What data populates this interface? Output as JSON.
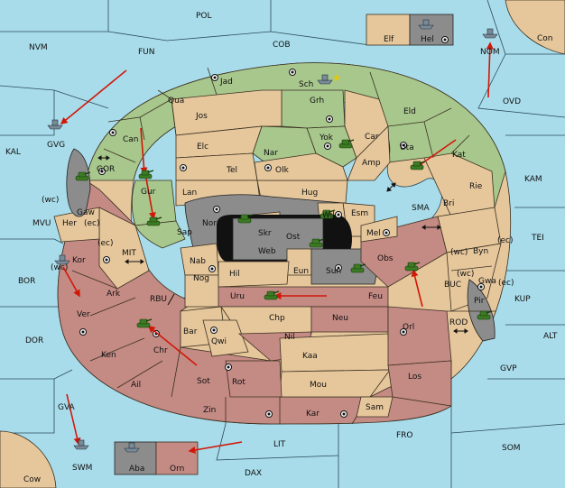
{
  "colors": {
    "sea": "#a9dcea",
    "neutral": "#e6c79c",
    "green_power": "#a8c78c",
    "red_power": "#c48a84",
    "grey_power": "#8c8c8c",
    "order_arrow": "#d01808"
  },
  "map": {
    "sea": {
      "POL": "POL",
      "NVM": "NVM",
      "FUN": "FUN",
      "COB": "COB",
      "OVD": "OVD",
      "KAL": "KAL",
      "GOR": "GOR",
      "MVU": "MVU",
      "MIT": "MIT",
      "BOR": "BOR",
      "RBU": "RBU",
      "DOR": "DOR",
      "GVA": "GVA",
      "SMA": "SMA",
      "KAM": "KAM",
      "TEI": "TEI",
      "BUC": "BUC",
      "KUP": "KUP",
      "ROD": "ROD",
      "ALT": "ALT",
      "GVP": "GVP",
      "FRO": "FRO",
      "SOM": "SOM",
      "LIT": "LIT",
      "DAX": "DAX"
    },
    "land": {
      "Jad": "Jad",
      "Sch": "Sch",
      "Qua": "Qua",
      "Jos": "Jos",
      "Grh": "Grh",
      "Eld": "Eld",
      "Can": "Can",
      "Elc": "Elc",
      "Yok": "Yok",
      "Car": "Car",
      "Uta": "Uta",
      "Kat": "Kat",
      "Nar": "Nar",
      "Amp": "Amp",
      "Gur": "Gur",
      "Tel": "Tel",
      "Olk": "Olk",
      "Gaw": "Gaw",
      "Lan": "Lan",
      "Hug": "Hug",
      "Rie": "Rie",
      "Bri": "Bri",
      "Nor": "Nor",
      "Skr": "Skr",
      "Ost": "Ost",
      "Wil": "Wil",
      "Esm": "Esm",
      "Her": "Her",
      "Sap": "Sap",
      "Web": "Web",
      "Mel": "Mel",
      "Byn": "Byn",
      "Kor": "Kor",
      "Nab": "Nab",
      "Eun": "Eun",
      "Obs": "Obs",
      "Hil": "Hil",
      "Sun": "Sun",
      "Ark": "Ark",
      "Nog": "Nog",
      "Gwa": "Gwa",
      "Uru": "Uru",
      "Feu": "Feu",
      "Pir": "Pir",
      "Ver": "Ver",
      "Bar": "Bar",
      "Chp": "Chp",
      "Neu": "Neu",
      "Orl": "Orl",
      "Qwi": "Qwi",
      "Nil": "Nil",
      "Ken": "Ken",
      "Chr": "Chr",
      "Kaa": "Kaa",
      "Ail": "Ail",
      "Sot": "Sot",
      "Rot": "Rot",
      "Mou": "Mou",
      "Los": "Los",
      "Zin": "Zin",
      "Kar": "Kar",
      "Sam": "Sam"
    },
    "offboard": {
      "Elf": "Elf",
      "Hel": "Hel",
      "NOM": "NOM",
      "Con": "Con",
      "GVG": "GVG",
      "SWM": "SWM",
      "Cow": "Cow",
      "Aba": "Aba",
      "Orn": "Orn"
    },
    "coasts": [
      "(wc)",
      "(ec)",
      "(ec)",
      "(wc)",
      "(wc)",
      "(ec)",
      "(wc)",
      "(ec)"
    ]
  },
  "units": [
    {
      "type": "army",
      "icon": "tank-icon",
      "at": "Gur"
    },
    {
      "type": "army",
      "icon": "tank-icon",
      "at": "Sap"
    },
    {
      "type": "army",
      "icon": "tank-icon",
      "at": "Gaw"
    },
    {
      "type": "army",
      "icon": "tank-icon",
      "at": "Yok"
    },
    {
      "type": "army",
      "icon": "tank-icon",
      "at": "Uta"
    },
    {
      "type": "army",
      "icon": "tank-icon",
      "at": "Nor"
    },
    {
      "type": "army",
      "icon": "tank-icon",
      "at": "Wil"
    },
    {
      "type": "army",
      "icon": "tank-icon",
      "at": "Ost"
    },
    {
      "type": "army",
      "icon": "tank-icon",
      "at": "Sun"
    },
    {
      "type": "army",
      "icon": "tank-icon",
      "at": "Obs"
    },
    {
      "type": "army",
      "icon": "tank-icon",
      "at": "Uru"
    },
    {
      "type": "army",
      "icon": "tank-icon",
      "at": "Chr"
    },
    {
      "type": "army",
      "icon": "tank-icon",
      "at": "Pir"
    },
    {
      "type": "fleet",
      "icon": "ship-icon",
      "at": "Kor"
    },
    {
      "type": "fleet",
      "icon": "ship-icon",
      "at": "Sch"
    },
    {
      "type": "fleet",
      "icon": "ship-icon",
      "at": "Hel"
    },
    {
      "type": "fleet",
      "icon": "ship-icon",
      "at": "NOM"
    },
    {
      "type": "fleet",
      "icon": "ship-icon",
      "at": "GVG"
    },
    {
      "type": "fleet",
      "icon": "ship-icon",
      "at": "SWM"
    },
    {
      "type": "fleet",
      "icon": "ship-icon",
      "at": "Aba"
    }
  ]
}
